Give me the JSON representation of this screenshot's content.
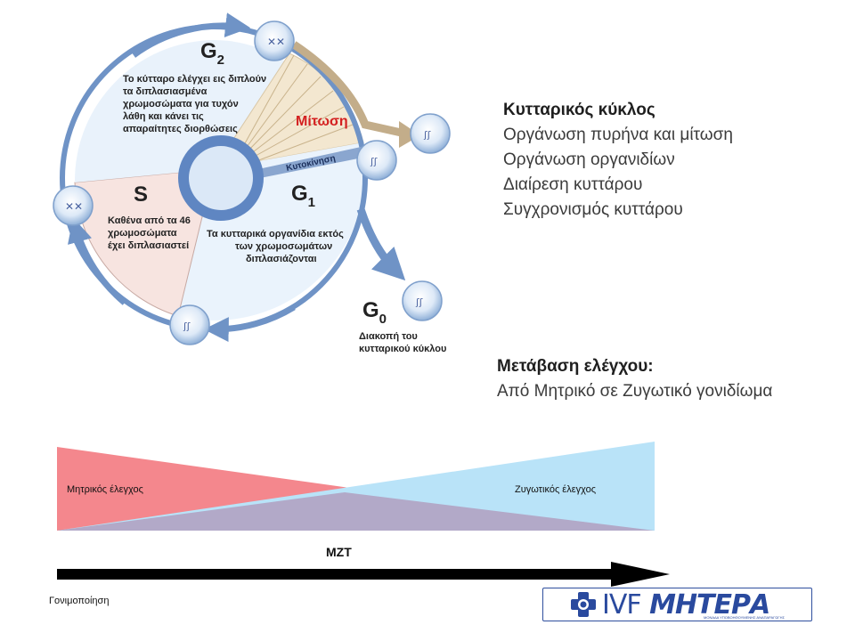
{
  "cycle": {
    "g2": {
      "label": "G",
      "sub": "2",
      "desc": [
        "Το κύτταρο ελέγχει εις διπλούν",
        "τα διπλασιασμένα",
        "χρωμοσώματα για τυχόν",
        "λάθη και κάνει τις",
        "απαραίτητες διορθώσεις"
      ]
    },
    "mitosis": "Μίτωση",
    "cytokinesis": "Κυτοκίνηση",
    "s": {
      "label": "S",
      "desc": [
        "Καθένα από τα 46",
        "χρωμοσώματα",
        "έχει διπλασιαστεί"
      ]
    },
    "g1": {
      "label": "G",
      "sub": "1",
      "desc": [
        "Τα κυτταρικά οργανίδια εκτός",
        "των χρωμοσωμάτων",
        "διπλασιάζονται"
      ]
    },
    "g0": {
      "label": "G",
      "sub": "0",
      "desc": [
        "Διακοπή του",
        "κυτταρικού κύκλου"
      ]
    },
    "colors": {
      "ring": "#6f93c6",
      "g2": "#e9f2fb",
      "s": "#f7e4e0",
      "g1": "#eaf3fc",
      "mitosis": "#f3e7d0",
      "mitosis_text": "#d42020"
    }
  },
  "info": {
    "title": "Κυτταρικός κύκλος",
    "items": [
      "Οργάνωση πυρήνα και μίτωση",
      "Οργάνωση οργανιδίων",
      "Διαίρεση κυττάρου",
      "Συγχρονισμός κυττάρου"
    ]
  },
  "control": {
    "title": "Μετάβαση ελέγχου:",
    "desc": "Από Μητρικό σε Ζυγωτικό γονιδίωμα"
  },
  "transition": {
    "maternal": "Μητρικός έλεγχος",
    "zygotic": "Ζυγωτικός έλεγχος",
    "mzt": "MZT",
    "fertilization": "Γονιμοποίηση",
    "colors": {
      "maternal": "#f4878d",
      "zygotic": "#b9e3f8",
      "overlap": "#b2a9c8"
    }
  },
  "logo": {
    "ivf": "IVF",
    "name": "ΜΗΤΕΡΑ",
    "tagline": "ΜΟΝΑΔΑ ΥΠΟΒΟΗΘΟΥΜΕΝΗΣ ΑΝΑΠΑΡΑΓΩΓΗΣ"
  }
}
